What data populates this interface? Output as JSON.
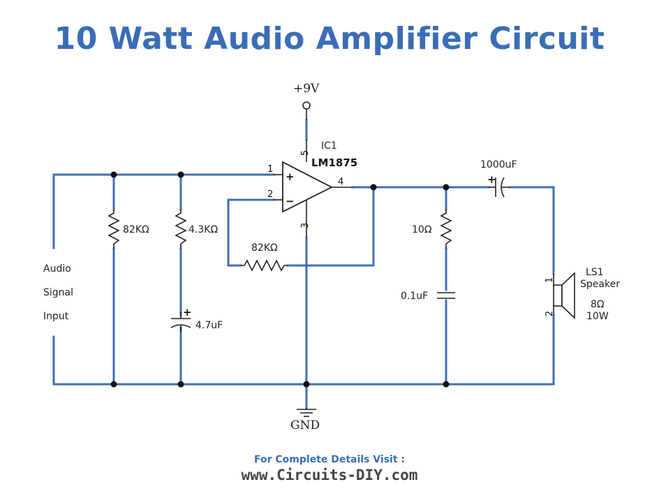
{
  "title": "10 Watt Audio Amplifier Circuit",
  "supply": "+9V",
  "ground": "GND",
  "ic": {
    "ref": "IC1",
    "part": "LM1875",
    "pins": [
      "1",
      "2",
      "3",
      "4",
      "5"
    ],
    "plus": "+",
    "minus": "−"
  },
  "components": {
    "r_in": "82KΩ",
    "r_bias": "4.3KΩ",
    "c_bias": "4.7uF",
    "c_bias_plus": "+",
    "r_fb": "82KΩ",
    "r_zobel": "10Ω",
    "c_zobel": "0.1uF",
    "c_out": "1000uF",
    "c_out_plus": "+",
    "speaker_ref": "LS1",
    "speaker_name": "Speaker",
    "speaker_impedance": "8Ω",
    "speaker_power": "10W",
    "speaker_pins": [
      "1",
      "2"
    ]
  },
  "input_label": [
    "Audio",
    "Signal",
    "Input"
  ],
  "footer": {
    "caption": "For Complete Details Visit :",
    "url": "www.Circuits-DIY.com"
  }
}
